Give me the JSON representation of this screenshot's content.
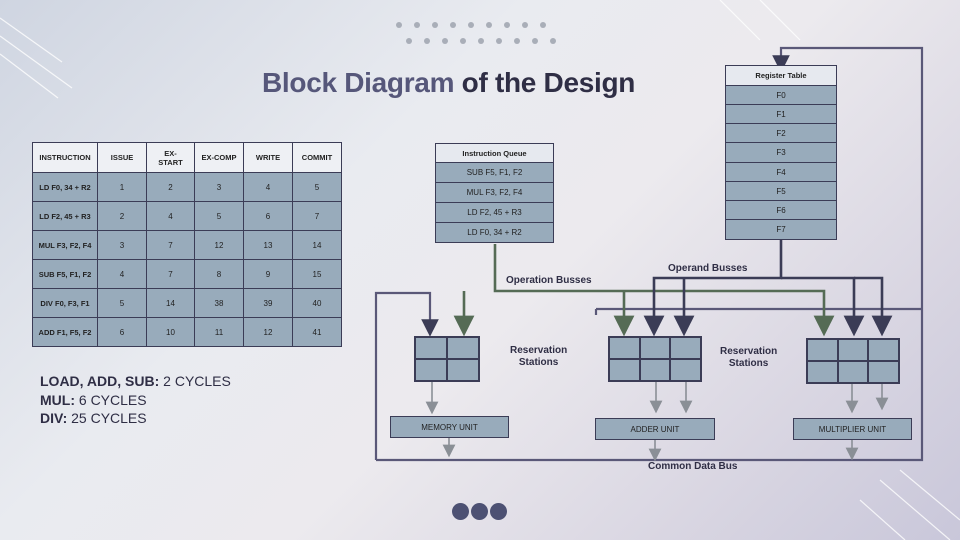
{
  "title": {
    "highlight": "Block Diagram",
    "rest": " of the Design"
  },
  "schedule": {
    "headers": [
      "INSTRUCTION",
      "ISSUE",
      "EX-START",
      "EX-COMP",
      "WRITE",
      "COMMIT"
    ],
    "rows": [
      [
        "LD F0, 34 + R2",
        "1",
        "2",
        "3",
        "4",
        "5"
      ],
      [
        "LD F2, 45 + R3",
        "2",
        "4",
        "5",
        "6",
        "7"
      ],
      [
        "MUL F3, F2, F4",
        "3",
        "7",
        "12",
        "13",
        "14"
      ],
      [
        "SUB F5, F1, F2",
        "4",
        "7",
        "8",
        "9",
        "15"
      ],
      [
        "DIV F0, F3, F1",
        "5",
        "14",
        "38",
        "39",
        "40"
      ],
      [
        "ADD F1, F5, F2",
        "6",
        "10",
        "11",
        "12",
        "41"
      ]
    ]
  },
  "cycles": [
    {
      "label": "LOAD, ADD, SUB:",
      "value": " 2 CYCLES"
    },
    {
      "label": "MUL:",
      "value": " 6 CYCLES"
    },
    {
      "label": "DIV:",
      "value": " 25 CYCLES"
    }
  ],
  "instruction_queue": {
    "title": "Instruction Queue",
    "entries": [
      "SUB F5, F1, F2",
      "MUL F3, F2, F4",
      "LD F2, 45 + R3",
      "LD F0, 34 + R2"
    ]
  },
  "register_table": {
    "title": "Register Table",
    "entries": [
      "F0",
      "F1",
      "F2",
      "F3",
      "F4",
      "F5",
      "F6",
      "F7"
    ]
  },
  "labels": {
    "operation_busses": "Operation Busses",
    "operand_busses": "Operand Busses",
    "reservation_stations_1": "Reservation\nStations",
    "reservation_stations_2": "Reservation\nStations",
    "common_data_bus": "Common Data Bus"
  },
  "units": {
    "memory": "MEMORY UNIT",
    "adder": "ADDER UNIT",
    "multiplier": "MULTIPLIER UNIT"
  },
  "colors": {
    "title_dark": "#2f2e45",
    "title_accent": "#56577a",
    "cell_fill": "#98abbb",
    "bus_green": "#556b55",
    "bus_dark": "#3b3c56",
    "cdb": "#5a5878",
    "arrow_gray": "#8a8f96"
  }
}
